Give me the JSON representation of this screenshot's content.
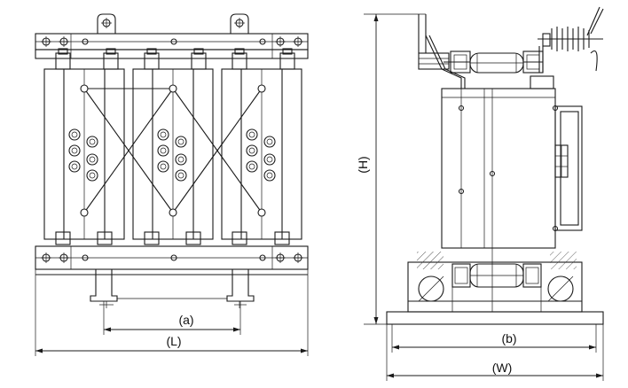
{
  "front_view": {
    "dim_a": "(a)",
    "dim_L": "(L)"
  },
  "side_view": {
    "dim_H": "(H)",
    "dim_b": "(b)",
    "dim_W": "(W)"
  }
}
